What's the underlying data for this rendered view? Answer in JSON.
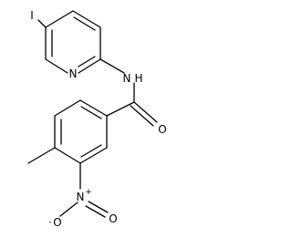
{
  "molecule": {
    "atoms": {
      "iodine": "I",
      "pyridine_nitrogen": "N",
      "amide_nitrogen": "N",
      "amide_hydrogen": "H",
      "carbonyl_oxygen": "O",
      "nitro_nitrogen": "N",
      "nitro_nitrogen_charge": "+",
      "nitro_oxygen_double": "O",
      "nitro_oxygen_single": "O",
      "nitro_oxygen_charge": "-"
    }
  },
  "colors": {
    "bond": "#000000",
    "text": "#000000",
    "background": "#ffffff"
  }
}
